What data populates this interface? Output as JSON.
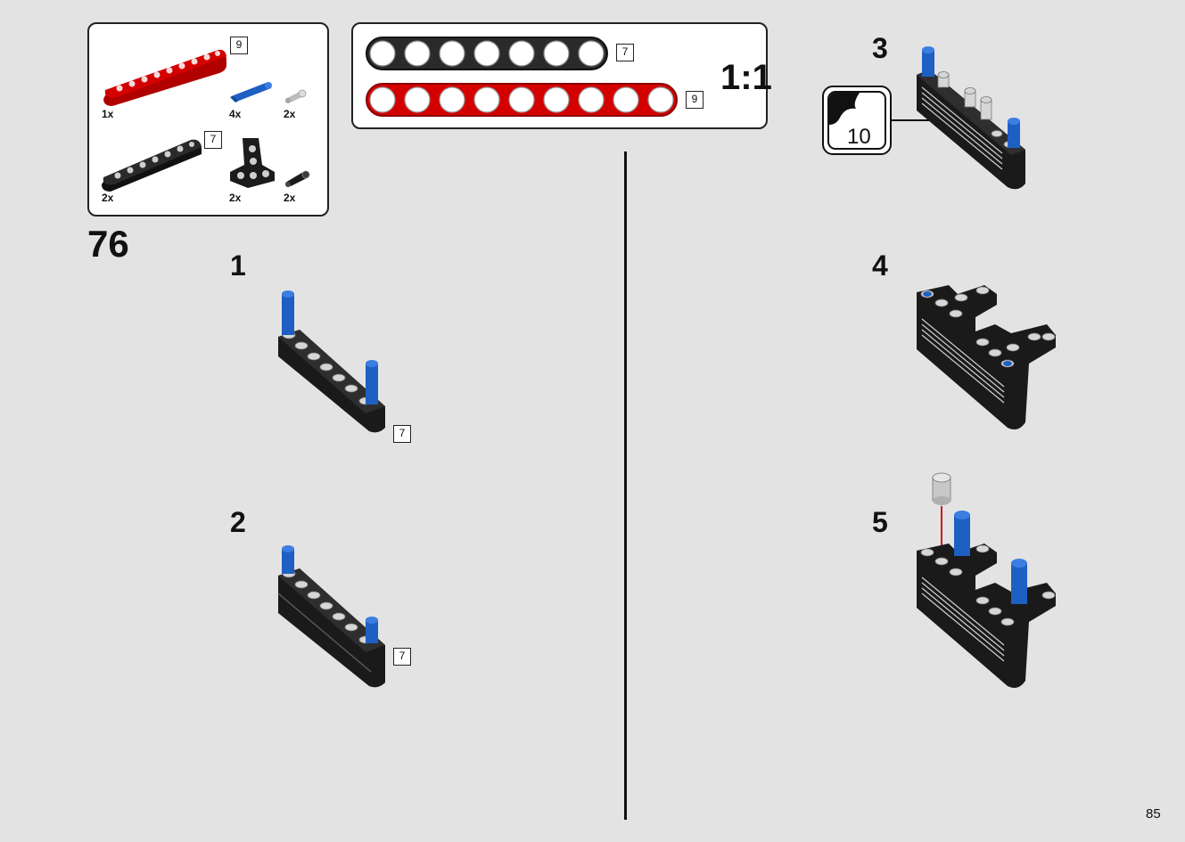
{
  "parts_list": {
    "items": [
      {
        "icon": "red-beam-9-icon",
        "quantity": "1x",
        "length": "9"
      },
      {
        "icon": "blue-axle-pin-icon",
        "quantity": "4x"
      },
      {
        "icon": "light-gray-pin-icon",
        "quantity": "2x"
      },
      {
        "icon": "black-beam-7-icon",
        "quantity": "2x",
        "length": "7"
      },
      {
        "icon": "black-t-beam-icon",
        "quantity": "2x"
      },
      {
        "icon": "black-friction-pin-icon",
        "quantity": "2x"
      }
    ]
  },
  "scale_ruler": {
    "black_beam_length": "7",
    "red_beam_length": "9",
    "scale_label": "1:1"
  },
  "main_step_number": "76",
  "sub_steps": [
    {
      "number": "1",
      "length_callout": "7"
    },
    {
      "number": "2",
      "length_callout": "7"
    },
    {
      "number": "3",
      "rotate_callout": "10"
    },
    {
      "number": "4"
    },
    {
      "number": "5"
    }
  ],
  "page_number": "85",
  "colors": {
    "background": "#e3e3e3",
    "red": "#d40000",
    "blue": "#1e5fc4",
    "black": "#1c1c1c",
    "light_gray": "#c8c8c8",
    "arrow": "#cc1a1a"
  }
}
